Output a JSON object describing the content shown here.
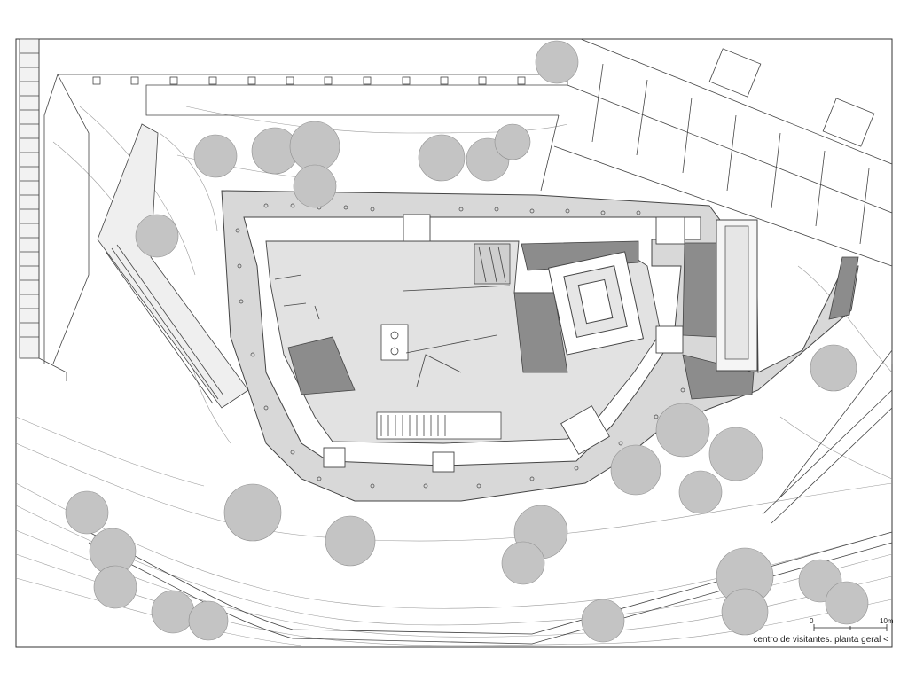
{
  "drawing": {
    "caption": "centro de visitantes. planta geral",
    "north_arrow": "<",
    "scale_bar": {
      "start_label": "0",
      "end_label": "10m"
    }
  },
  "colors": {
    "line": "#444444",
    "paving": "#d2d2d2",
    "dark_fill": "#8c8c8c",
    "light_fill": "#e4e4e4",
    "tree": "#b5b5b5"
  }
}
